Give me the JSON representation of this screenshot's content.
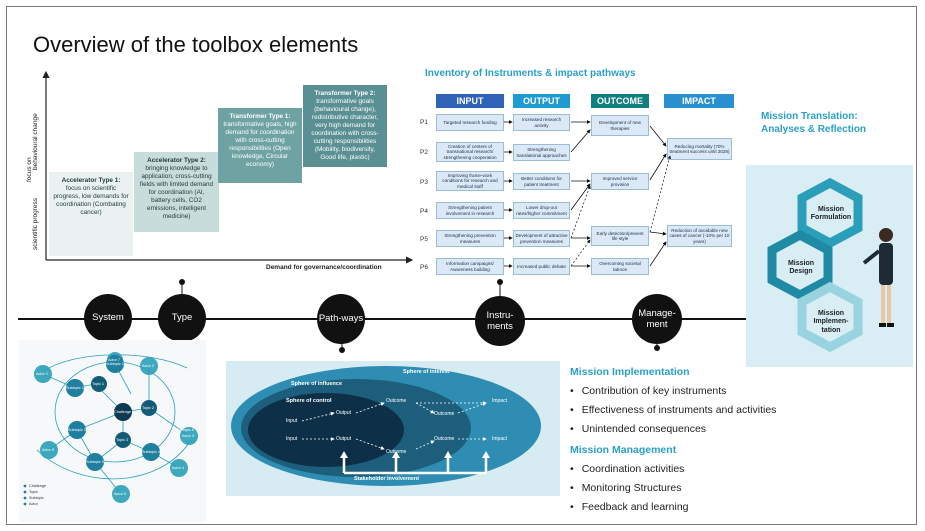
{
  "title": "Overview of the toolbox elements",
  "typology": {
    "y_axis": [
      "behavioural change",
      "focus on",
      "scientific progress"
    ],
    "x_axis": "Demand for governance/coordination",
    "boxes": [
      {
        "heading": "Accelerator Type 1:",
        "text": "focus on scientific progress, low demands for coordination (Combating cancer)"
      },
      {
        "heading": "Accelerator Type 2:",
        "text": "bringing knowledge to application, cross-cutting fields with limited demand for coordination (AI, battery cells, CO2 emissions, intelligent medicine)"
      },
      {
        "heading": "Transformer Type 1:",
        "text": "transformative goals, high demand for coordination with cross-cutting responsibilities (Open knowledge, Circular economy)"
      },
      {
        "heading": "Transformer Type 2:",
        "text": "transformative goals (behavioural change), redistributive character, very high demand for coordination with cross-cutting responsibilities (Mobility, biodiversity, Good life, plastic)"
      }
    ]
  },
  "inventory": {
    "title": "Inventory of Instruments & impact pathways",
    "headers": [
      "INPUT",
      "OUTPUT",
      "OUTCOME",
      "IMPACT"
    ],
    "rows": [
      {
        "p": "P1",
        "input": "Targeted research funding",
        "output": "Increased research activity",
        "outcome": "Development of new therapies"
      },
      {
        "p": "P2",
        "input": "Creation of centers of transnational research/ strengthening cooperation",
        "output": "Strengthening translational approaches",
        "outcome": ""
      },
      {
        "p": "P3",
        "input": "Improving frame-work conditions for research and medical staff",
        "output": "Better conditions for patient treatment",
        "outcome": "Improved service provision"
      },
      {
        "p": "P4",
        "input": "Strengthening patient involvement in research",
        "output": "Lower drop-out rates/higher commitment",
        "outcome": ""
      },
      {
        "p": "P5",
        "input": "Strengthening prevention measures",
        "output": "Development of attractive prevention measures",
        "outcome": "Early detection/prevent life style"
      },
      {
        "p": "P6",
        "input": "Information campaigns/ Awareness building",
        "output": "Increased public debate",
        "outcome": "Overcoming societal taboos"
      }
    ],
    "impacts": [
      "Reducing mortality (70% treatment success until 2028)",
      "Reduction of avoidable new cases of cancer (-10% per 10 years)"
    ]
  },
  "translation": {
    "title_line1": "Mission Translation:",
    "title_line2": "Analyses & Reflection",
    "hexes": [
      "Mission Formulation",
      "Mission Design",
      "Mission Implemen-tation"
    ]
  },
  "timeline": {
    "nodes": [
      "System",
      "Type",
      "Path-ways",
      "Instru-ments",
      "Manage-ment"
    ]
  },
  "system_map": {
    "actors": [
      "Actor 1",
      "Actor 2",
      "Actor 3",
      "Actor 4",
      "Actor 5",
      "Actor 6",
      "Actor 7"
    ],
    "subtopics": [
      "Subtopic 1",
      "Subtopic 2",
      "Subtopic 3",
      "Subtopic 4",
      "Subtopic 5",
      "Subtopic 6"
    ],
    "topics": [
      "Topic 1",
      "Topic 2",
      "Topic 3"
    ],
    "center": "Challenge",
    "legend": [
      "Challenge",
      "Topic",
      "Subtopic",
      "Actor"
    ]
  },
  "spheres": {
    "interest": "Sphere of interest",
    "influence": "Sphere of influence",
    "control": "Sphere of control",
    "input": "Input",
    "output": "Output",
    "outcome": "Outcome",
    "impact": "Impact",
    "stakeholder": "Stakeholder involvement"
  },
  "implementation": {
    "title": "Mission Implementation",
    "items": [
      "Contribution of key instruments",
      "Effectiveness of instruments and activities",
      "Unintended consequences"
    ]
  },
  "management": {
    "title": "Mission Management",
    "items": [
      "Coordination activities",
      "Monitoring Structures",
      "Feedback and learning"
    ]
  },
  "colors": {
    "accent": "#2aa0c8",
    "input_hdr": "#2e63b8",
    "output_hdr": "#1f9bd1",
    "outcome_hdr": "#0f7f7f",
    "impact_hdr": "#2a8fcf"
  }
}
